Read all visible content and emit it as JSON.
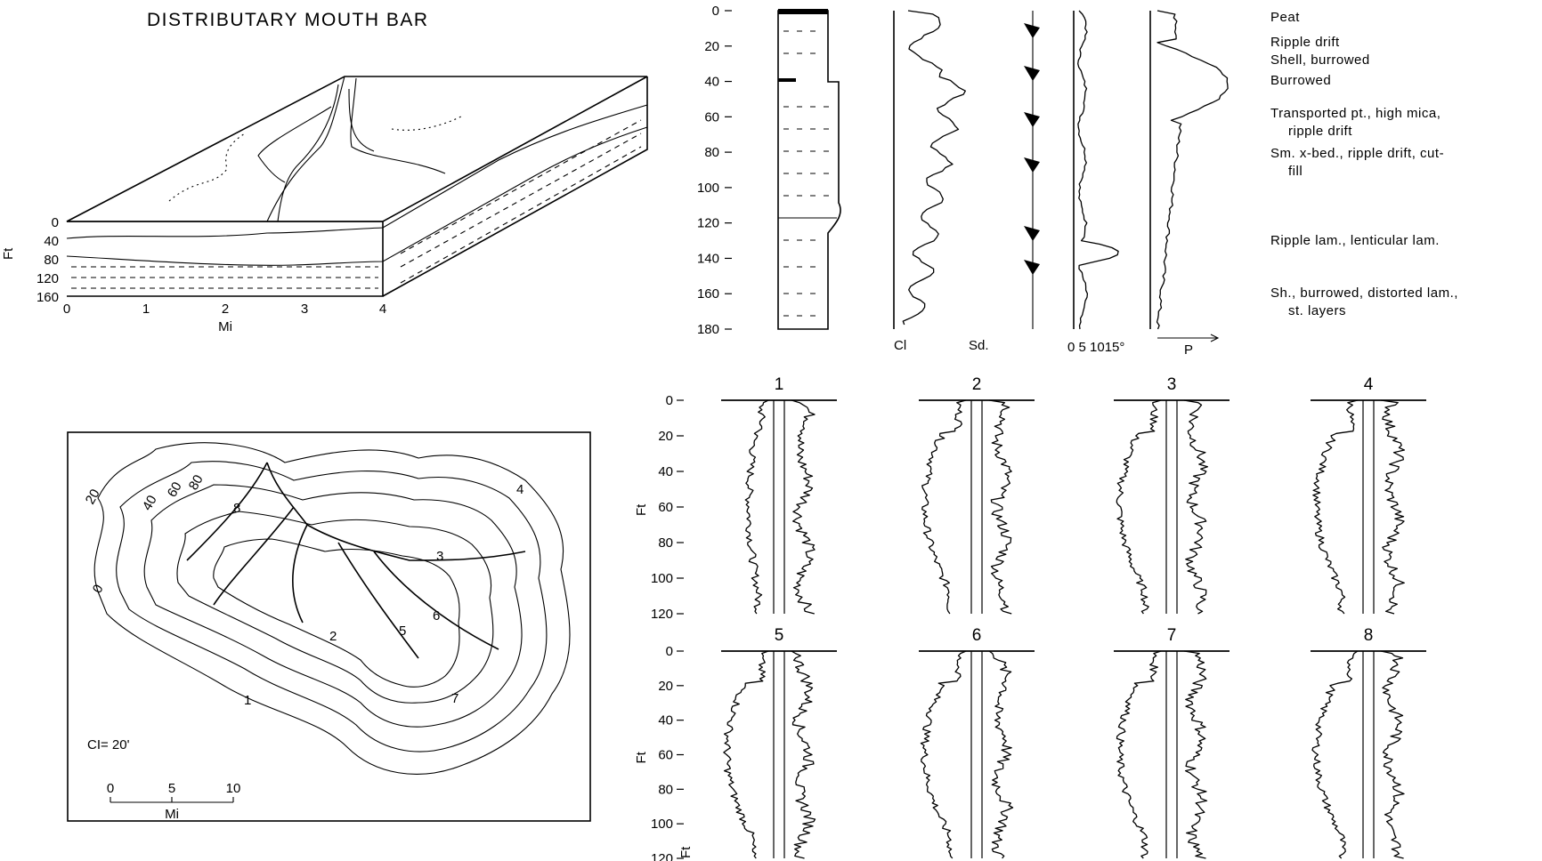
{
  "title": "DISTRIBUTARY MOUTH BAR",
  "block_diagram": {
    "depth_unit": "Ft",
    "depth_ticks": [
      "0",
      "40",
      "80",
      "120",
      "160"
    ],
    "distance_unit": "Mi",
    "distance_ticks": [
      "0",
      "1",
      "2",
      "3",
      "4"
    ]
  },
  "section": {
    "depth_unit": "Ft",
    "depth_ticks": [
      "0",
      "20",
      "40",
      "60",
      "80",
      "100",
      "120",
      "140",
      "160",
      "180"
    ],
    "log_labels": {
      "clay": "Cl",
      "sand": "Sd."
    },
    "dip_axis_label": "0 5 1015°",
    "permeability_label": "P",
    "lithology": [
      "Peat",
      "Ripple drift",
      "Shell, burrowed",
      "Burrowed",
      "Transported pt., high mica,",
      "ripple drift",
      "Sm. x-bed., ripple drift, cut-",
      "fill",
      "Ripple lam., lenticular lam.",
      "Sh., burrowed, distorted lam.,",
      "st. layers"
    ]
  },
  "isopach_map": {
    "contour_interval": "CI= 20'",
    "contour_labels": [
      "20",
      "40",
      "60",
      "80",
      "0"
    ],
    "well_markers": [
      "1",
      "2",
      "3",
      "4",
      "5",
      "6",
      "7",
      "8"
    ],
    "scale_ticks": [
      "0",
      "5",
      "10"
    ],
    "scale_unit": "Mi"
  },
  "well_logs": {
    "depth_unit": "Ft",
    "depth_ticks": [
      "0",
      "20",
      "40",
      "60",
      "80",
      "100",
      "120"
    ],
    "wells": [
      "1",
      "2",
      "3",
      "4",
      "5",
      "6",
      "7",
      "8"
    ]
  }
}
